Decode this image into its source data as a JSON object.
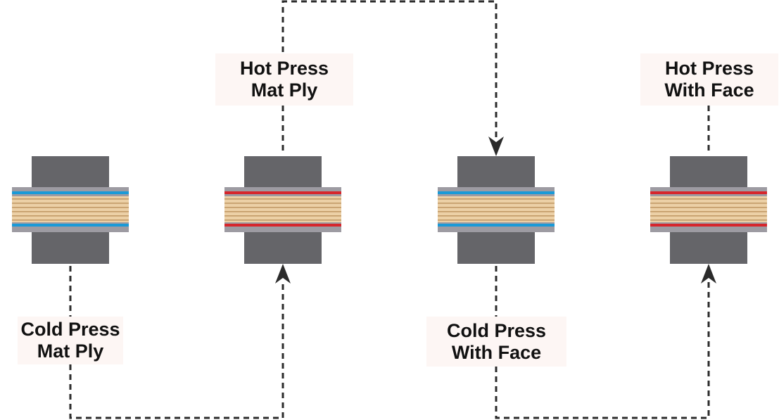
{
  "labels": {
    "cold_press_mat_ply": {
      "line1": "Cold Press",
      "line2": "Mat Ply"
    },
    "hot_press_mat_ply": {
      "line1": "Hot Press",
      "line2": "Mat Ply"
    },
    "cold_press_with_face": {
      "line1": "Cold Press",
      "line2": "With Face"
    },
    "hot_press_with_face": {
      "line1": "Hot Press",
      "line2": "With Face"
    }
  },
  "colors": {
    "press_block": "#656569",
    "press_platen": "#9d9ba2",
    "cold_line": "#1a9ad7",
    "hot_line": "#d6262c",
    "wood_light": "#ecd0a6",
    "wood_dark": "#b88c58",
    "connector": "#2b2b2b",
    "label_background": "#fdf6f4"
  },
  "presses": [
    {
      "name": "cold-press-mat-ply",
      "line_type": "cold"
    },
    {
      "name": "hot-press-mat-ply",
      "line_type": "hot"
    },
    {
      "name": "cold-press-with-face",
      "line_type": "cold"
    },
    {
      "name": "hot-press-with-face",
      "line_type": "hot"
    }
  ]
}
